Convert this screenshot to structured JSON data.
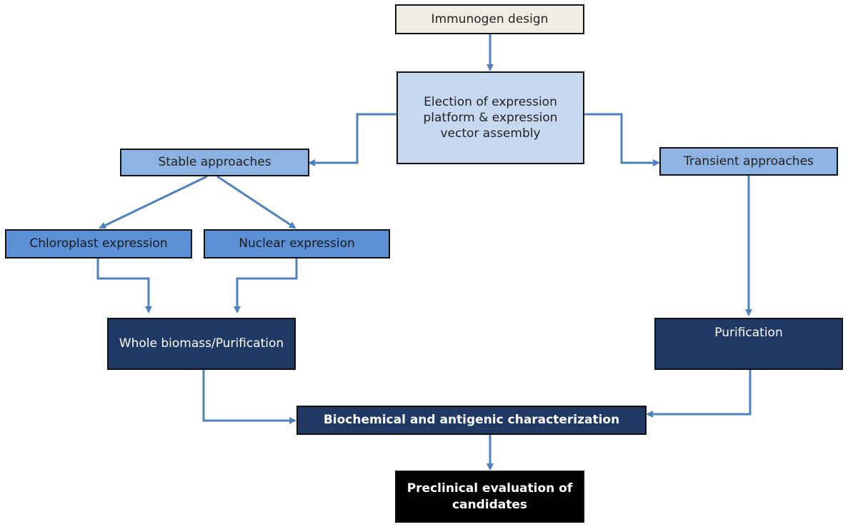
{
  "diagram": {
    "nodes": {
      "immunogen_design": "Immunogen design",
      "election": "Election of expression platform & expression vector assembly",
      "stable": "Stable approaches",
      "transient": "Transient approaches",
      "chloroplast": "Chloroplast expression",
      "nuclear": "Nuclear expression",
      "whole_biomass": "Whole biomass/Purification",
      "purification": "Purification",
      "biochemical": "Biochemical and antigenic characterization",
      "preclinical": "Preclinical evaluation of candidates"
    },
    "edges": [
      {
        "from": "immunogen_design",
        "to": "election"
      },
      {
        "from": "election",
        "to": "stable"
      },
      {
        "from": "election",
        "to": "transient"
      },
      {
        "from": "stable",
        "to": "chloroplast"
      },
      {
        "from": "stable",
        "to": "nuclear"
      },
      {
        "from": "chloroplast",
        "to": "whole_biomass"
      },
      {
        "from": "nuclear",
        "to": "whole_biomass"
      },
      {
        "from": "transient",
        "to": "purification"
      },
      {
        "from": "whole_biomass",
        "to": "biochemical"
      },
      {
        "from": "purification",
        "to": "biochemical"
      },
      {
        "from": "biochemical",
        "to": "preclinical"
      }
    ],
    "colors": {
      "arrow": "#4f81bd",
      "beige": "#efede3",
      "pale_blue": "#c6d9f1",
      "medium_blue": "#8db3e2",
      "blue": "#5b8fd6",
      "navy": "#1f3864",
      "black": "#000000"
    }
  }
}
